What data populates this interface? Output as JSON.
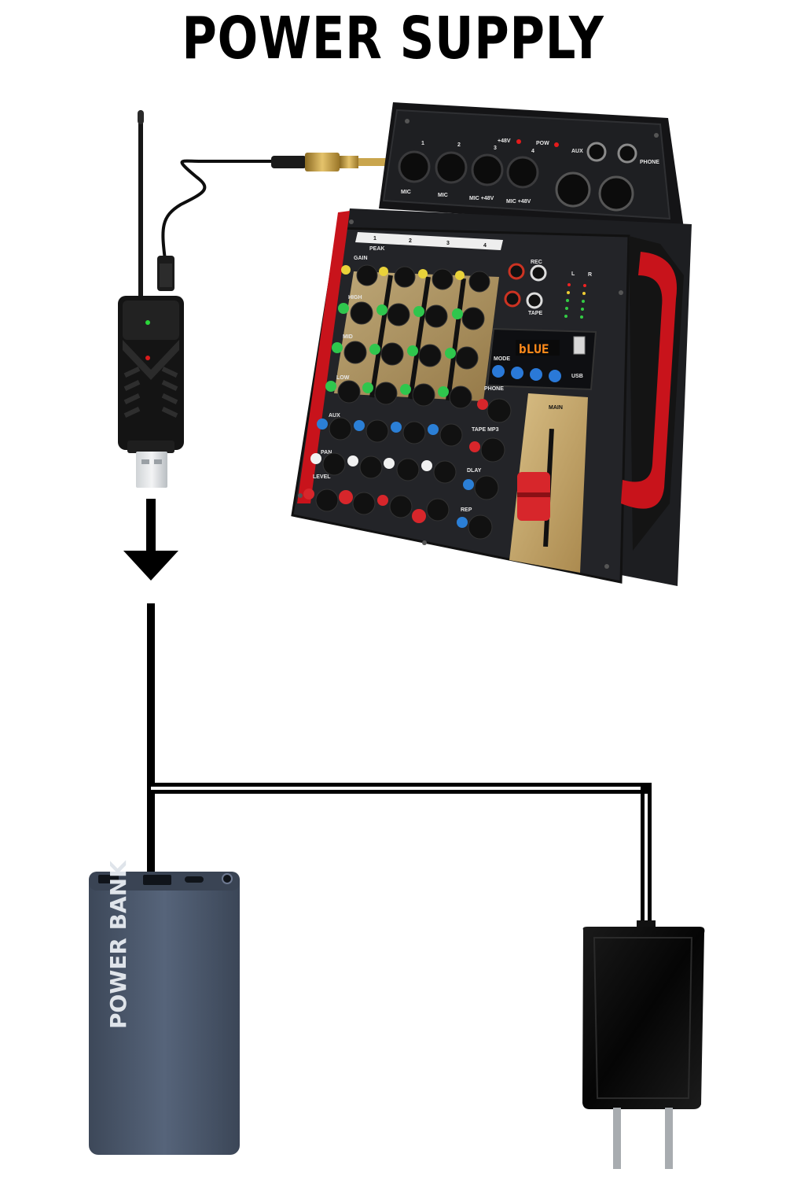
{
  "title": "POWER SUPPLY",
  "power_bank": {
    "label": "POWER BANK"
  },
  "mixer": {
    "input_numbers": [
      "1",
      "2",
      "3",
      "4"
    ],
    "input_labels": [
      "MIC",
      "MIC",
      "MIC +48V",
      "MIC +48V"
    ],
    "phantom_label": "+48V",
    "power_label": "POW",
    "aux_label": "AUX",
    "phone_label": "PHONE",
    "channel_numbers": [
      "1",
      "2",
      "3",
      "4"
    ],
    "peak_label": "PEAK",
    "knob_labels": [
      "GAIN",
      "HIGH",
      "MID",
      "LOW",
      "AUX",
      "PAN",
      "LEVEL"
    ],
    "display_text": "bLUE",
    "media_buttons_label": "MODE",
    "usb_label": "USB",
    "rec_label": "REC",
    "tape_label": "TAPE",
    "right_knob_labels": [
      "PHONE",
      "TAPE MP3",
      "DLAY",
      "REP"
    ],
    "main_label": "MAIN",
    "meter_labels": [
      "L",
      "R"
    ]
  },
  "colors": {
    "power_bank": "#4d5a6e",
    "mixer_body": "#1e1f22",
    "mixer_accent": "#c8131b",
    "gold_panel": "#c9a86a"
  },
  "icons": [
    "arrow-down-icon",
    "usb-plug-icon",
    "antenna-icon"
  ]
}
